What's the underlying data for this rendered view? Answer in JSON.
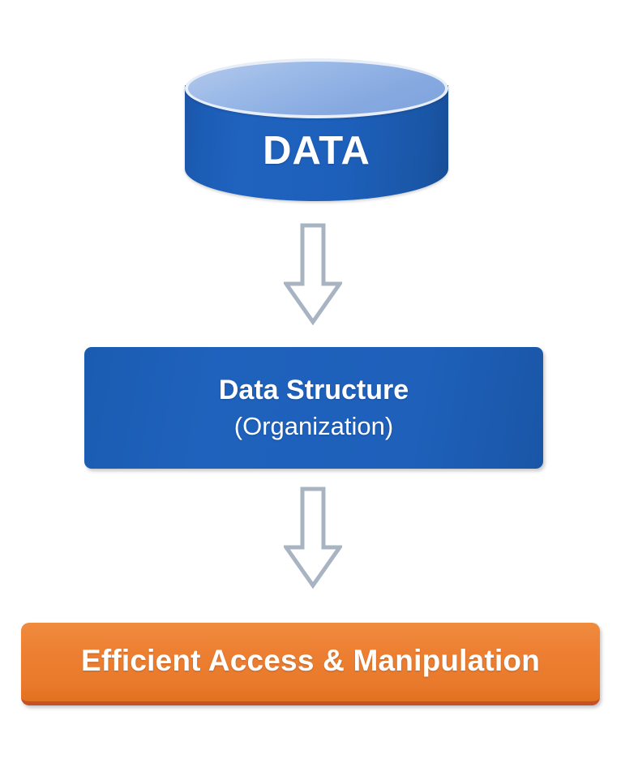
{
  "diagram": {
    "background_color": "#FFFFFF",
    "title_implicit": "Data to Data Structure to Efficient Access & Manipulation",
    "nodes": [
      {
        "id": "data-store",
        "shape": "cylinder",
        "label": "DATA",
        "fill_color": "#1F62BD",
        "top_face_color": "#8FAEE4",
        "text_color": "#FFFFFF"
      },
      {
        "id": "data-structure",
        "shape": "rounded-rectangle",
        "label_primary": "Data Structure",
        "label_secondary": "(Organization)",
        "fill_color": "#1F62BD",
        "text_color": "#FFFFFF"
      },
      {
        "id": "efficient-access",
        "shape": "rounded-rectangle",
        "label": "Efficient Access & Manipulation",
        "fill_color": "#ED7F32",
        "edge_color": "#C3512A",
        "text_color": "#FFFFFF"
      }
    ],
    "connectors": [
      {
        "id": "arrow-1",
        "icon": "down-arrow-icon",
        "from": "data-store",
        "to": "data-structure",
        "stroke_color": "#A8B4C2",
        "fill_color": "#FFFFFF"
      },
      {
        "id": "arrow-2",
        "icon": "down-arrow-icon",
        "from": "data-structure",
        "to": "efficient-access",
        "stroke_color": "#A8B4C2",
        "fill_color": "#FFFFFF"
      }
    ]
  }
}
